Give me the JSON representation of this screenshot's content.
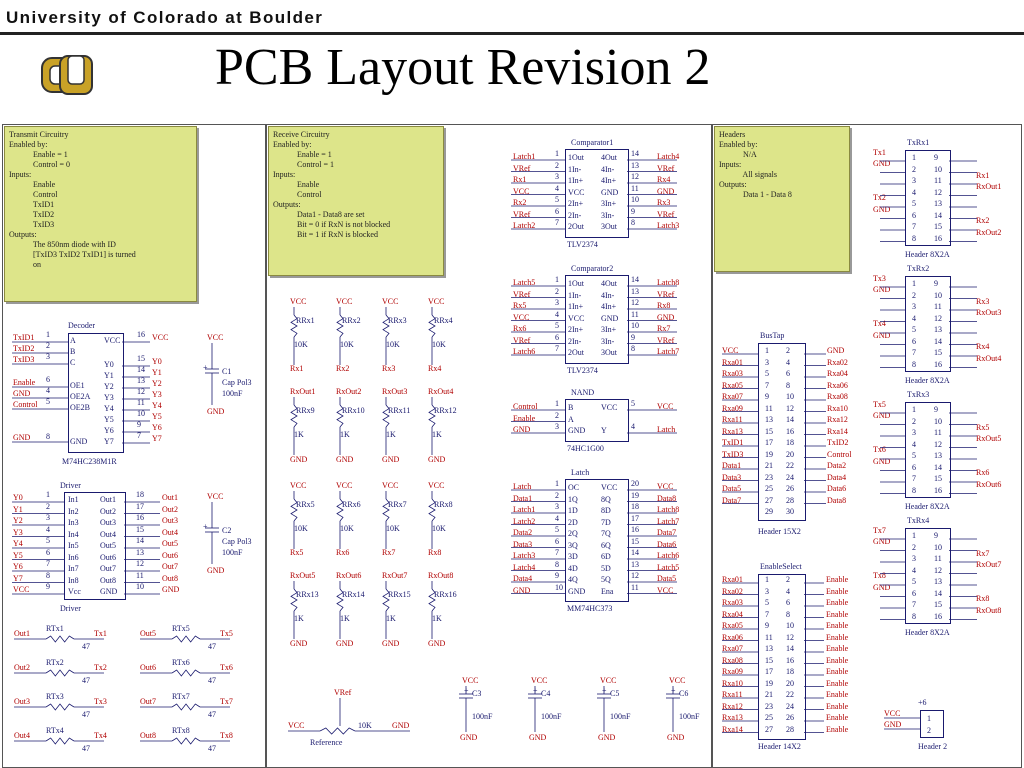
{
  "header": {
    "university": "University of Colorado at Boulder",
    "title": "PCB Layout Revision 2"
  },
  "notes": {
    "transmit": [
      "Transmit Circuitry",
      "Enabled by:",
      "            Enable = 1",
      "            Control = 0",
      "Inputs:",
      "            Enable",
      "            Control",
      "            TxID1",
      "            TxID2",
      "            TxID3",
      "Outputs:",
      "            The 850nm diode with ID",
      "            [TxID3 TxID2 TxID1] is turned",
      "            on"
    ],
    "receive": [
      "Receive Circuitry",
      "Enabled by:",
      "            Enable = 1",
      "            Control = 1",
      "Inputs:",
      "            Enable",
      "            Control",
      "Outputs:",
      "            Data1 - Data8 are set",
      "            Bit = 0 if RxN is not blocked",
      "            Bit = 1 if RxN is blocked"
    ],
    "headers": [
      "Headers",
      "Enabled by:",
      "            N/A",
      "Inputs:",
      "            All signals",
      "Outputs:",
      "            Data 1 - Data 8"
    ]
  },
  "decoder": {
    "title": "Decoder",
    "part": "M74HC238M1R",
    "left_nets": [
      "TxID1",
      "TxID2",
      "TxID3",
      "Enable",
      "GND",
      "Control"
    ],
    "left_pins": [
      "1",
      "2",
      "3",
      "6",
      "4",
      "5"
    ],
    "inner_left": [
      "A",
      "B",
      "C",
      "OE1",
      "OE2A",
      "OE2B"
    ],
    "inner_right": [
      "VCC",
      "Y0",
      "Y1",
      "Y2",
      "Y3",
      "Y4",
      "Y5",
      "Y6",
      "Y7"
    ],
    "right_pins": [
      "16",
      "15",
      "14",
      "13",
      "12",
      "11",
      "10",
      "9",
      "7"
    ],
    "right_nets": [
      "VCC",
      "Y0",
      "Y1",
      "Y2",
      "Y3",
      "Y4",
      "Y5",
      "Y6",
      "Y7"
    ],
    "gnd": "GND",
    "gnd_pin": "8"
  },
  "driver": {
    "title": "Driver",
    "part": "Driver",
    "left_nets": [
      "Y0",
      "Y1",
      "Y2",
      "Y3",
      "Y4",
      "Y5",
      "Y6",
      "Y7",
      "VCC"
    ],
    "left_pins": [
      "1",
      "2",
      "3",
      "4",
      "5",
      "6",
      "7",
      "8",
      "9"
    ],
    "inner_left": [
      "In1",
      "In2",
      "In3",
      "In4",
      "In5",
      "In6",
      "In7",
      "In8",
      "Vcc"
    ],
    "inner_right": [
      "Out1",
      "Out2",
      "Out3",
      "Out4",
      "Out5",
      "Out6",
      "Out7",
      "Out8",
      "GND"
    ],
    "right_pins": [
      "18",
      "17",
      "16",
      "15",
      "14",
      "13",
      "12",
      "11",
      "10"
    ],
    "right_nets": [
      "Out1",
      "Out2",
      "Out3",
      "Out4",
      "Out5",
      "Out6",
      "Out7",
      "Out8",
      "GND"
    ]
  },
  "caps_left": [
    {
      "vcc": "VCC",
      "name": "C1",
      "value": "Cap Pol3",
      "size": "100nF",
      "gnd": "GND"
    },
    {
      "vcc": "VCC",
      "name": "C2",
      "value": "Cap Pol3",
      "size": "100nF",
      "gnd": "GND"
    }
  ],
  "tx_resistors": [
    {
      "in": "Out1",
      "name": "RTx1",
      "val": "47",
      "out": "Tx1"
    },
    {
      "in": "Out5",
      "name": "RTx5",
      "val": "47",
      "out": "Tx5"
    },
    {
      "in": "Out2",
      "name": "RTx2",
      "val": "47",
      "out": "Tx2"
    },
    {
      "in": "Out6",
      "name": "RTx6",
      "val": "47",
      "out": "Tx6"
    },
    {
      "in": "Out3",
      "name": "RTx3",
      "val": "47",
      "out": "Tx3"
    },
    {
      "in": "Out7",
      "name": "RTx7",
      "val": "47",
      "out": "Tx7"
    },
    {
      "in": "Out4",
      "name": "RTx4",
      "val": "47",
      "out": "Tx4"
    },
    {
      "in": "Out8",
      "name": "RTx8",
      "val": "47",
      "out": "Tx8"
    }
  ],
  "rx_resistors_top": [
    {
      "vcc": "VCC",
      "name": "RRx1",
      "val": "10K",
      "net": "Rx1",
      "name2": "RRx9",
      "val2": "1K",
      "top2": "RxOut1",
      "gnd": "GND"
    },
    {
      "vcc": "VCC",
      "name": "RRx2",
      "val": "10K",
      "net": "Rx2",
      "name2": "RRx10",
      "val2": "1K",
      "top2": "RxOut2",
      "gnd": "GND"
    },
    {
      "vcc": "VCC",
      "name": "RRx3",
      "val": "10K",
      "net": "Rx3",
      "name2": "RRx11",
      "val2": "1K",
      "top2": "RxOut3",
      "gnd": "GND"
    },
    {
      "vcc": "VCC",
      "name": "RRx4",
      "val": "10K",
      "net": "Rx4",
      "name2": "RRx12",
      "val2": "1K",
      "top2": "RxOut4",
      "gnd": "GND"
    }
  ],
  "rx_resistors_bottom": [
    {
      "vcc": "VCC",
      "name": "RRx5",
      "val": "10K",
      "net": "Rx5",
      "name2": "RRx13",
      "val2": "1K",
      "top2": "RxOut5",
      "gnd": "GND"
    },
    {
      "vcc": "VCC",
      "name": "RRx6",
      "val": "10K",
      "net": "Rx6",
      "name2": "RRx14",
      "val2": "1K",
      "top2": "RxOut6",
      "gnd": "GND"
    },
    {
      "vcc": "VCC",
      "name": "RRx7",
      "val": "10K",
      "net": "Rx7",
      "name2": "RRx15",
      "val2": "1K",
      "top2": "RxOut7",
      "gnd": "GND"
    },
    {
      "vcc": "VCC",
      "name": "RRx8",
      "val": "10K",
      "net": "Rx8",
      "name2": "RRx16",
      "val2": "1K",
      "top2": "RxOut8",
      "gnd": "GND"
    }
  ],
  "reference": {
    "vref": "VRef",
    "vcc": "VCC",
    "val": "10K",
    "gnd": "GND",
    "name": "Reference"
  },
  "caps_mid": [
    {
      "vcc": "VCC",
      "name": "C3",
      "size": "100nF",
      "gnd": "GND"
    },
    {
      "vcc": "VCC",
      "name": "C4",
      "size": "100nF",
      "gnd": "GND"
    },
    {
      "vcc": "VCC",
      "name": "C5",
      "size": "100nF",
      "gnd": "GND"
    },
    {
      "vcc": "VCC",
      "name": "C6",
      "size": "100nF",
      "gnd": "GND"
    }
  ],
  "comparator1": {
    "title": "Comparator1",
    "part": "TLV2374",
    "left_nets": [
      "Latch1",
      "VRef",
      "Rx1",
      "VCC",
      "Rx2",
      "VRef",
      "Latch2"
    ],
    "left_pins": [
      "1",
      "2",
      "3",
      "4",
      "5",
      "6",
      "7"
    ],
    "inner_left": [
      "1Out",
      "1In-",
      "1In+",
      "VCC",
      "2In+",
      "2In-",
      "2Out"
    ],
    "inner_right": [
      "4Out",
      "4In-",
      "4In+",
      "GND",
      "3In+",
      "3In-",
      "3Out"
    ],
    "right_pins": [
      "14",
      "13",
      "12",
      "11",
      "10",
      "9",
      "8"
    ],
    "right_nets": [
      "Latch4",
      "VRef",
      "Rx4",
      "GND",
      "Rx3",
      "VRef",
      "Latch3"
    ]
  },
  "comparator2": {
    "title": "Comparator2",
    "part": "TLV2374",
    "left_nets": [
      "Latch5",
      "VRef",
      "Rx5",
      "VCC",
      "Rx6",
      "VRef",
      "Latch6"
    ],
    "left_pins": [
      "1",
      "2",
      "3",
      "4",
      "5",
      "6",
      "7"
    ],
    "inner_left": [
      "1Out",
      "1In-",
      "1In+",
      "VCC",
      "2In+",
      "2In-",
      "2Out"
    ],
    "inner_right": [
      "4Out",
      "4In-",
      "4In+",
      "GND",
      "3In+",
      "3In-",
      "3Out"
    ],
    "right_pins": [
      "14",
      "13",
      "12",
      "11",
      "10",
      "9",
      "8"
    ],
    "right_nets": [
      "Latch8",
      "VRef",
      "Rx8",
      "GND",
      "Rx7",
      "VRef",
      "Latch7"
    ]
  },
  "nand": {
    "title": "NAND",
    "part": "74HC1G00",
    "left_nets": [
      "Control",
      "Enable",
      "GND"
    ],
    "left_pins": [
      "1",
      "2",
      "3"
    ],
    "inner_left": [
      "B",
      "A",
      "GND"
    ],
    "inner_right": [
      "VCC",
      "",
      "Y"
    ],
    "right_pins": [
      "5",
      "",
      "4"
    ],
    "right_nets": [
      "VCC",
      "",
      "Latch"
    ]
  },
  "latch": {
    "title": "Latch",
    "part": "MM74HC373",
    "left_nets": [
      "Latch",
      "Data1",
      "Latch1",
      "Latch2",
      "Data2",
      "Data3",
      "Latch3",
      "Latch4",
      "Data4",
      "GND"
    ],
    "left_pins": [
      "1",
      "2",
      "3",
      "4",
      "5",
      "6",
      "7",
      "8",
      "9",
      "10"
    ],
    "inner_left": [
      "OC",
      "1Q",
      "1D",
      "2D",
      "2Q",
      "3Q",
      "3D",
      "4D",
      "4Q",
      "GND"
    ],
    "inner_right": [
      "VCC",
      "8Q",
      "8D",
      "7D",
      "7Q",
      "6Q",
      "6D",
      "5D",
      "5Q",
      "Ena"
    ],
    "right_pins": [
      "20",
      "19",
      "18",
      "17",
      "16",
      "15",
      "14",
      "13",
      "12",
      "11"
    ],
    "right_nets": [
      "VCC",
      "Data8",
      "Latch8",
      "Latch7",
      "Data7",
      "Data6",
      "Latch6",
      "Latch5",
      "Data5",
      "VCC"
    ]
  },
  "bustap": {
    "title": "BusTap",
    "part": "Header 15X2",
    "left_nets": [
      "VCC",
      "Rxa01",
      "Rxa03",
      "Rxa05",
      "Rxa07",
      "Rxa09",
      "Rxa11",
      "Rxa13",
      "TxID1",
      "TxID3",
      "Data1",
      "Data3",
      "Data5",
      "Data7",
      ""
    ],
    "left_pins": [
      "1",
      "3",
      "5",
      "7",
      "9",
      "11",
      "13",
      "15",
      "17",
      "19",
      "21",
      "23",
      "25",
      "27",
      "29"
    ],
    "right_pins": [
      "2",
      "4",
      "6",
      "8",
      "10",
      "12",
      "14",
      "16",
      "18",
      "20",
      "22",
      "24",
      "26",
      "28",
      "30"
    ],
    "right_nets": [
      "GND",
      "Rxa02",
      "Rxa04",
      "Rxa06",
      "Rxa08",
      "Rxa10",
      "Rxa12",
      "Rxa14",
      "TxID2",
      "Control",
      "Data2",
      "Data4",
      "Data6",
      "Data8",
      ""
    ]
  },
  "enableselect": {
    "title": "EnableSelect",
    "part": "Header 14X2",
    "left_nets": [
      "Rxa01",
      "Rxa02",
      "Rxa03",
      "Rxa04",
      "Rxa05",
      "Rxa06",
      "Rxa07",
      "Rxa08",
      "Rxa09",
      "Rxa10",
      "Rxa11",
      "Rxa12",
      "Rxa13",
      "Rxa14"
    ],
    "left_pins": [
      "1",
      "3",
      "5",
      "7",
      "9",
      "11",
      "13",
      "15",
      "17",
      "19",
      "21",
      "23",
      "25",
      "27"
    ],
    "right_pins": [
      "2",
      "4",
      "6",
      "8",
      "10",
      "12",
      "14",
      "16",
      "18",
      "20",
      "22",
      "24",
      "26",
      "28"
    ],
    "right_nets": [
      "Enable",
      "Enable",
      "Enable",
      "Enable",
      "Enable",
      "Enable",
      "Enable",
      "Enable",
      "Enable",
      "Enable",
      "Enable",
      "Enable",
      "Enable",
      "Enable"
    ]
  },
  "txrx_headers": [
    {
      "title": "TxRx1",
      "part": "Header 8X2A",
      "l1": "Tx1",
      "l2": "GND",
      "l3": "Tx2",
      "l4": "GND",
      "r1": "Rx1",
      "r2": "RxOut1",
      "r3": "Rx2",
      "r4": "RxOut2"
    },
    {
      "title": "TxRx2",
      "part": "Header 8X2A",
      "l1": "Tx3",
      "l2": "GND",
      "l3": "Tx4",
      "l4": "GND",
      "r1": "Rx3",
      "r2": "RxOut3",
      "r3": "Rx4",
      "r4": "RxOut4"
    },
    {
      "title": "TxRx3",
      "part": "Header 8X2A",
      "l1": "Tx5",
      "l2": "GND",
      "l3": "Tx6",
      "l4": "GND",
      "r1": "Rx5",
      "r2": "RxOut5",
      "r3": "Rx6",
      "r4": "RxOut6"
    },
    {
      "title": "TxRx4",
      "part": "Header 8X2A",
      "l1": "Tx7",
      "l2": "GND",
      "l3": "Tx8",
      "l4": "GND",
      "r1": "Rx7",
      "r2": "RxOut7",
      "r3": "Rx8",
      "r4": "RxOut8"
    }
  ],
  "header8_pins": {
    "left": [
      "1",
      "2",
      "3",
      "4",
      "5",
      "6",
      "7",
      "8"
    ],
    "right": [
      "9",
      "10",
      "11",
      "12",
      "13",
      "14",
      "15",
      "16"
    ]
  },
  "header2": {
    "title": "+6",
    "part": "Header 2",
    "nets": [
      "VCC",
      "GND"
    ],
    "pins": [
      "1",
      "2"
    ]
  },
  "colors": {
    "note": "#dde58a",
    "wire": "#1a1a6e",
    "net": "#b00000",
    "logo": "#c9a227"
  }
}
